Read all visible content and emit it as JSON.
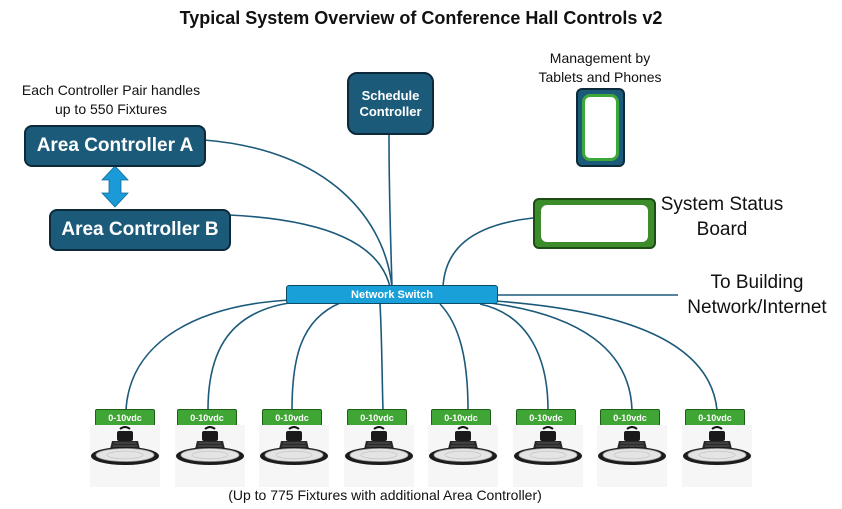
{
  "title": "Typical System Overview of Conference Hall Controls v2",
  "pair_note": [
    "Each Controller Pair handles",
    "up to 550 Fixtures"
  ],
  "controller_a": "Area Controller A",
  "controller_b": "Area Controller B",
  "schedule_controller": [
    "Schedule",
    "Controller"
  ],
  "management_note": [
    "Management by",
    "Tablets and Phones"
  ],
  "status_board_label": [
    "System Status",
    "Board"
  ],
  "building_label": [
    "To Building",
    "Network/Internet"
  ],
  "network_switch": "Network Switch",
  "fixtures": [
    {
      "tag": "0-10vdc"
    },
    {
      "tag": "0-10vdc"
    },
    {
      "tag": "0-10vdc"
    },
    {
      "tag": "0-10vdc"
    },
    {
      "tag": "0-10vdc"
    },
    {
      "tag": "0-10vdc"
    },
    {
      "tag": "0-10vdc"
    },
    {
      "tag": "0-10vdc"
    }
  ],
  "bottom_note": "(Up to 775 Fixtures with additional Area Controller)",
  "colors": {
    "controller_fill": "#1c5a7a",
    "switch_fill": "#1aa0d8",
    "link_arrow": "#1a9ad6",
    "tag_fill": "#3fa535",
    "wire": "#1c5a7a"
  }
}
